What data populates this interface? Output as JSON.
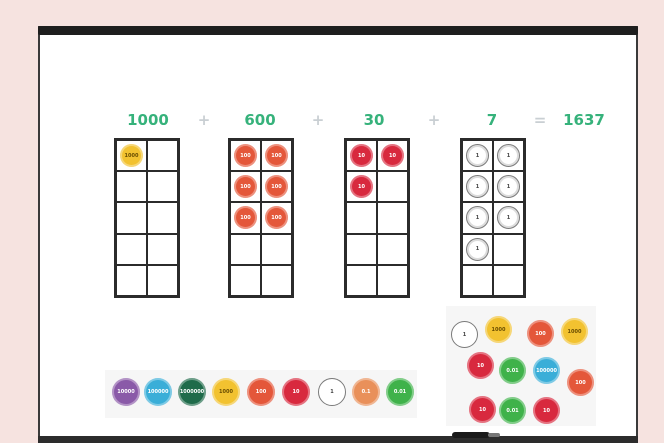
{
  "equation": {
    "term_1": "1000",
    "op_1": "+",
    "term_2": "600",
    "op_2": "+",
    "term_3": "30",
    "op_3": "+",
    "term_4": "7",
    "op_eq": "=",
    "total": "1637"
  },
  "counter_labels": {
    "thousand": "1000",
    "hundred": "100",
    "ten": "10",
    "one": "1"
  },
  "colors": {
    "equation_text": "#36b27b",
    "operator_text": "#c9cfd3",
    "thousand": "#f2c230",
    "hundred": "#e4573a",
    "ten": "#d8293e",
    "one": "#ffffff",
    "frame_border": "#2b2b2b"
  },
  "ten_frames": [
    {
      "name": "thousands-frame",
      "counter_type": "thousand",
      "filled": 1
    },
    {
      "name": "hundreds-frame",
      "counter_type": "hundred",
      "filled": 6
    },
    {
      "name": "tens-frame",
      "counter_type": "ten",
      "filled": 3
    },
    {
      "name": "ones-frame",
      "counter_type": "one",
      "filled": 7
    }
  ],
  "tray_counters": [
    {
      "color": "#8a5aa8",
      "label": "10000"
    },
    {
      "color": "#3aaed8",
      "label": "100000"
    },
    {
      "color": "#1f6b4a",
      "label": "1000000"
    },
    {
      "color": "#f2c230",
      "label": "1000"
    },
    {
      "color": "#e4573a",
      "label": "100"
    },
    {
      "color": "#d8293e",
      "label": "10"
    },
    {
      "color": "#ffffff",
      "label": "1"
    },
    {
      "color": "#e9905a",
      "label": "0.1"
    },
    {
      "color": "#3fb24a",
      "label": "0.01"
    }
  ],
  "pile_counters": [
    {
      "color": "#ffffff",
      "label": "1"
    },
    {
      "color": "#f2c230",
      "label": "1000"
    },
    {
      "color": "#e4573a",
      "label": "100"
    },
    {
      "color": "#f2c230",
      "label": "1000"
    },
    {
      "color": "#d8293e",
      "label": "10"
    },
    {
      "color": "#3fb24a",
      "label": "0.01"
    },
    {
      "color": "#3aaed8",
      "label": "100000"
    },
    {
      "color": "#e4573a",
      "label": "100"
    },
    {
      "color": "#d8293e",
      "label": "10"
    },
    {
      "color": "#3fb24a",
      "label": "0.01"
    },
    {
      "color": "#d8293e",
      "label": "10"
    }
  ]
}
